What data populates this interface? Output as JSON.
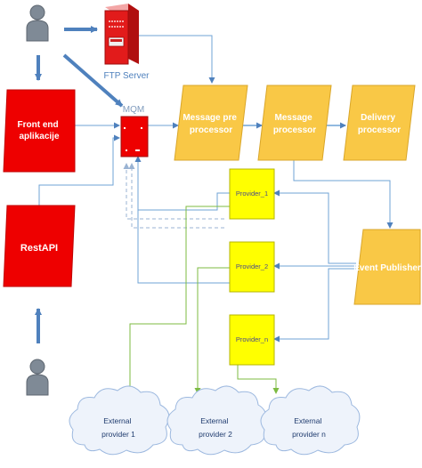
{
  "nodes": {
    "ftp_server": "FTP Server",
    "mqm": "MQM",
    "front_end": [
      "Front end",
      "aplikacije"
    ],
    "rest_api": "RestAPI",
    "message_pre_processor": [
      "Message pre",
      "processor"
    ],
    "message_processor": [
      "Message",
      "processor"
    ],
    "delivery_processor": [
      "Delivery",
      "processor"
    ],
    "event_publisher": "Event Publisher",
    "provider_1": "Provider_1",
    "provider_2": "Provider_2",
    "provider_n": "Provider_n",
    "external_provider_1": [
      "External",
      "provider 1"
    ],
    "external_provider_2": [
      "External",
      "provider 2"
    ],
    "external_provider_n": [
      "External",
      "provider n"
    ]
  },
  "colors": {
    "red": "#ee0000",
    "gold": "#f9c846",
    "yellow": "#ffff00",
    "blue_arrow": "#4f81bd",
    "line_blue": "#6fa3d6",
    "line_green": "#7dbb42",
    "person": "#7f8a96",
    "cloud_fill": "#eef3fb",
    "cloud_stroke": "#9cb8df"
  }
}
